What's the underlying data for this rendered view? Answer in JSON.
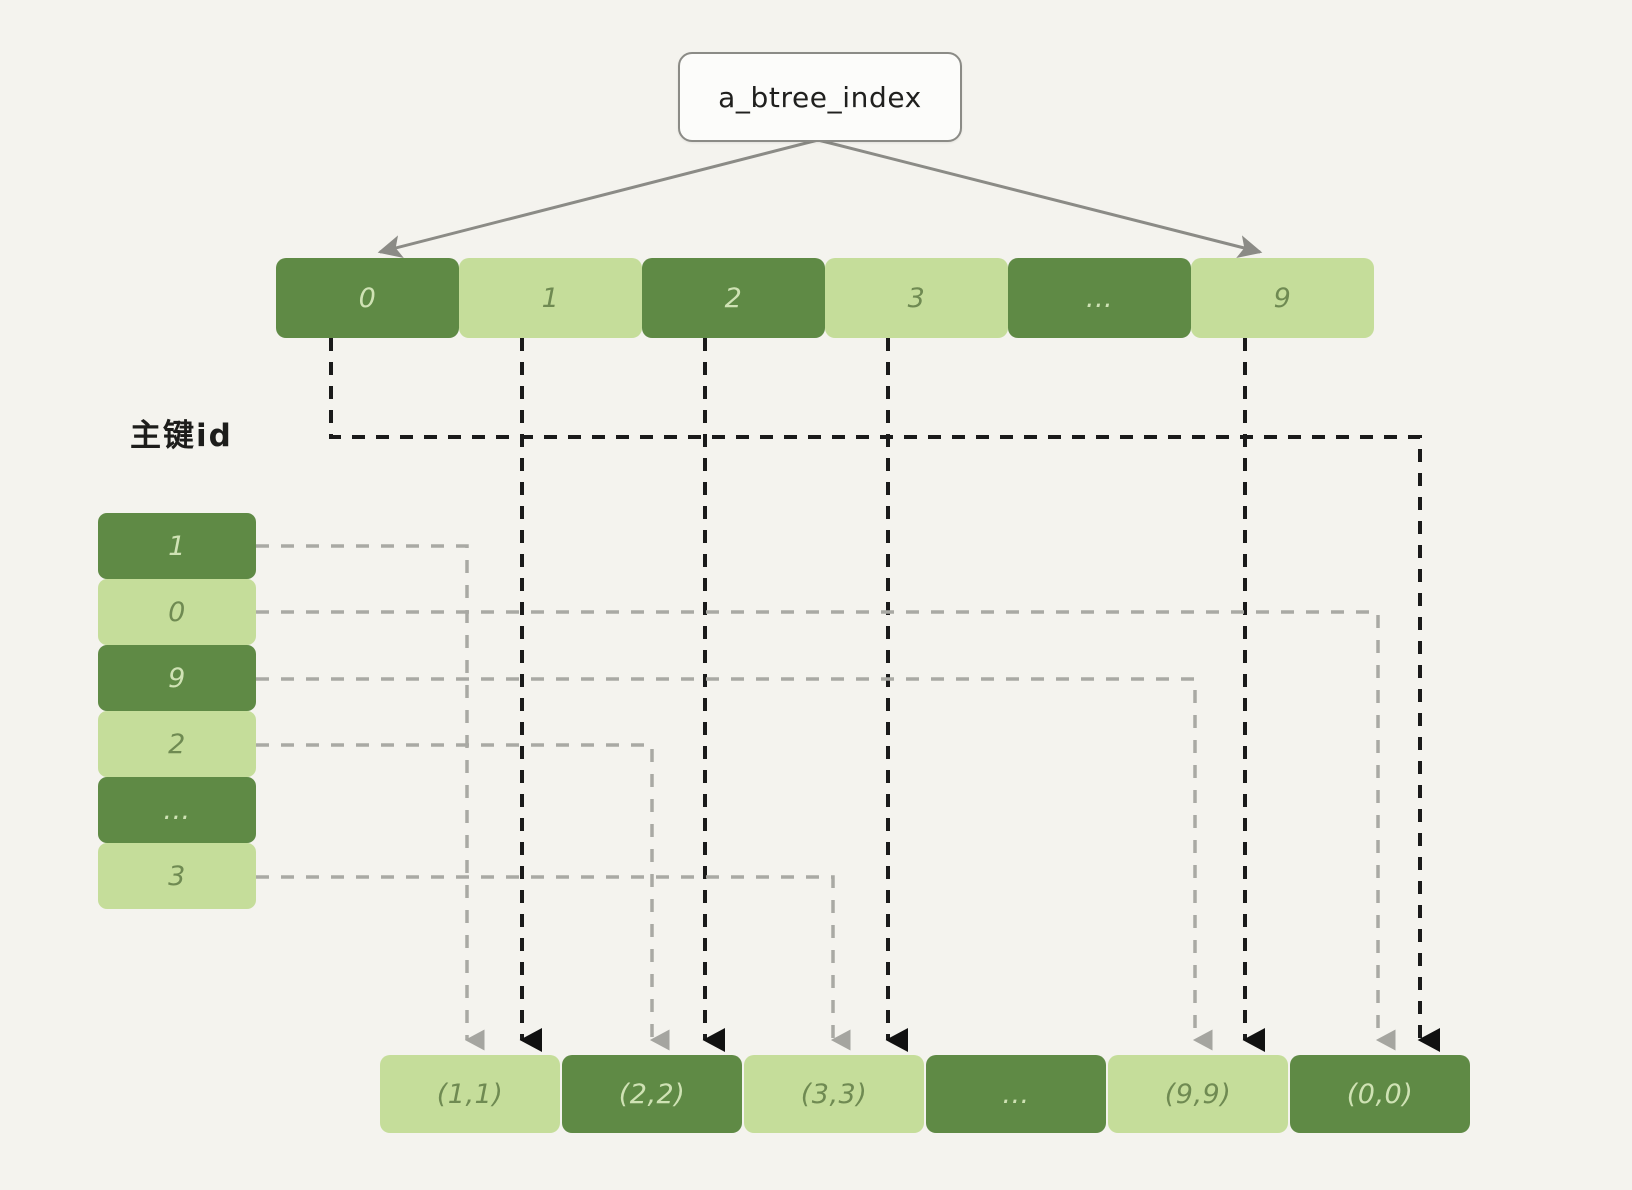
{
  "diagram": {
    "title_box": {
      "label": "a_btree_index"
    },
    "side_label": {
      "text": "主键id"
    },
    "colors": {
      "background": "#f4f3ee",
      "dark_green": "#5f8a45",
      "light_green": "#c5dd9a",
      "dark_text": "#cfe2b4",
      "light_text": "#6f8a52",
      "gray_arrow": "#8b8b86",
      "black_dash": "#1a1a1a",
      "gray_dash": "#a9a9a4"
    },
    "index_row": {
      "name": "index-entry-row",
      "cells": [
        {
          "label": "0",
          "tone": "dark"
        },
        {
          "label": "1",
          "tone": "light"
        },
        {
          "label": "2",
          "tone": "dark"
        },
        {
          "label": "3",
          "tone": "light"
        },
        {
          "label": "...",
          "tone": "dark"
        },
        {
          "label": "9",
          "tone": "light"
        }
      ]
    },
    "primary_key_column": {
      "name": "primary-key-column",
      "cells": [
        {
          "label": "1",
          "tone": "dark"
        },
        {
          "label": "0",
          "tone": "light"
        },
        {
          "label": "9",
          "tone": "dark"
        },
        {
          "label": "2",
          "tone": "light"
        },
        {
          "label": "...",
          "tone": "dark"
        },
        {
          "label": "3",
          "tone": "light"
        }
      ]
    },
    "leaf_row": {
      "name": "leaf-tuple-row",
      "cells": [
        {
          "label": "(1,1)",
          "tone": "light"
        },
        {
          "label": "(2,2)",
          "tone": "dark"
        },
        {
          "label": "(3,3)",
          "tone": "light"
        },
        {
          "label": "...",
          "tone": "dark"
        },
        {
          "label": "(9,9)",
          "tone": "light"
        },
        {
          "label": "(0,0)",
          "tone": "dark"
        }
      ]
    }
  }
}
